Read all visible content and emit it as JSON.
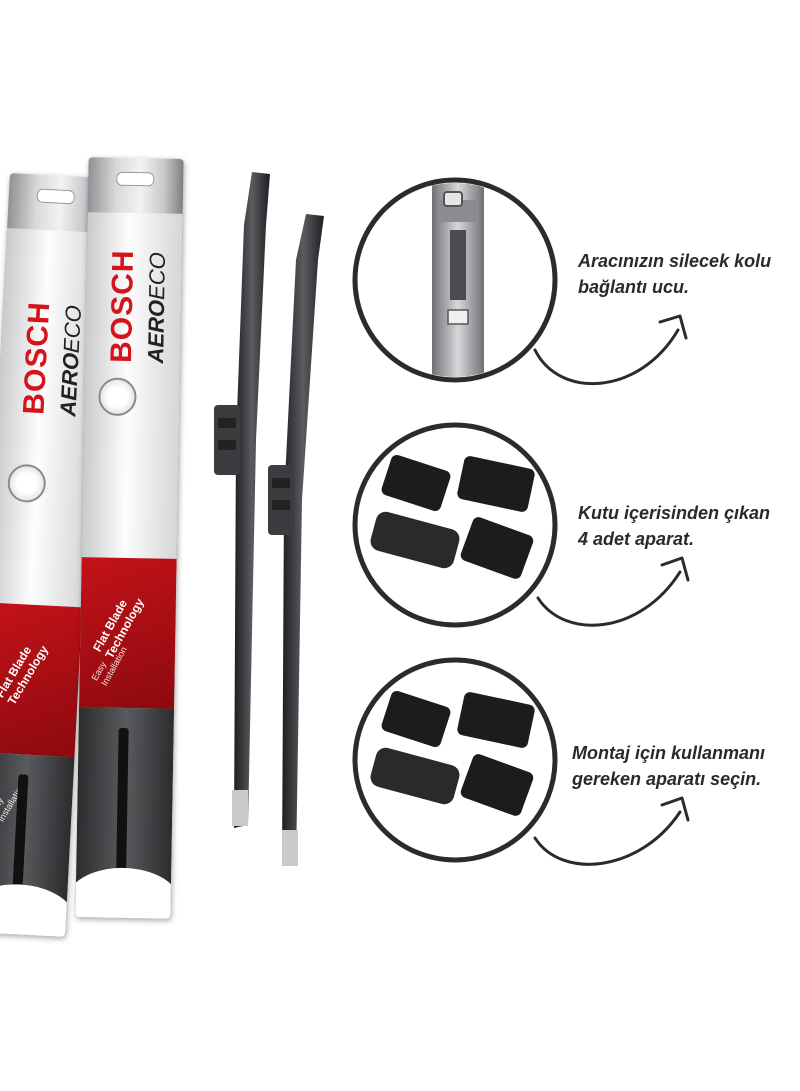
{
  "package": {
    "brand": "BOSCH",
    "model_bold": "AERO",
    "model_light": "ECO",
    "tag_line_1": "Flat Blade",
    "tag_line_2": "Technology",
    "easy_line_1": "Easy",
    "easy_line_2": "Installation"
  },
  "captions": {
    "first_line_1": "Aracınızın silecek kolu",
    "first_line_2": "bağlantı ucu.",
    "second_line_1": "Kutu içerisinden çıkan",
    "second_line_2": "4 adet aparat.",
    "third_line_1": "Montaj için kullanmanı",
    "third_line_2": "gereken aparatı seçin."
  },
  "colors": {
    "brand_red": "#d6121b",
    "ring": "#2b2b2b",
    "blade": "#3a3b3d",
    "caption": "#2a2a2a"
  }
}
